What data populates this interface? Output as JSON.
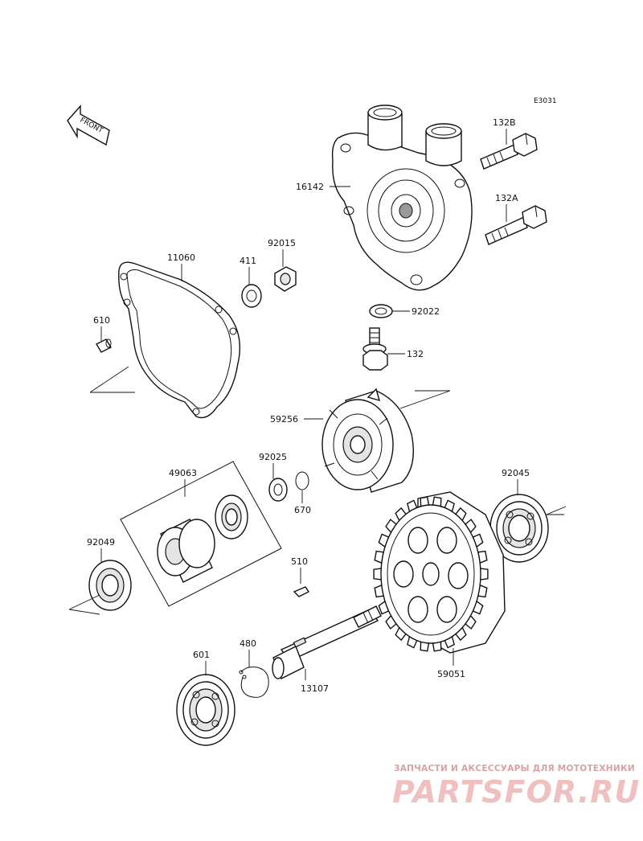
{
  "diagram_code": "E3031",
  "front_label": "FRONT",
  "parts": [
    {
      "id": "p16142",
      "number": "16142",
      "name": "pump cover"
    },
    {
      "id": "p132B",
      "number": "132B",
      "name": "bolt"
    },
    {
      "id": "p132A",
      "number": "132A",
      "name": "bolt"
    },
    {
      "id": "p11060",
      "number": "11060",
      "name": "gasket"
    },
    {
      "id": "p411",
      "number": "411",
      "name": "washer"
    },
    {
      "id": "p92015",
      "number": "92015",
      "name": "nut"
    },
    {
      "id": "p92022",
      "number": "92022",
      "name": "washer"
    },
    {
      "id": "p132",
      "number": "132",
      "name": "drain bolt"
    },
    {
      "id": "p610",
      "number": "610",
      "name": "dowel pin"
    },
    {
      "id": "p59256",
      "number": "59256",
      "name": "impeller"
    },
    {
      "id": "p92025",
      "number": "92025",
      "name": "washer"
    },
    {
      "id": "p670",
      "number": "670",
      "name": "o-ring"
    },
    {
      "id": "p49063",
      "number": "49063",
      "name": "mechanical seal"
    },
    {
      "id": "p92045",
      "number": "92045",
      "name": "bearing"
    },
    {
      "id": "p92049",
      "number": "92049",
      "name": "oil seal"
    },
    {
      "id": "p510",
      "number": "510",
      "name": "pin"
    },
    {
      "id": "p59051",
      "number": "59051",
      "name": "gear"
    },
    {
      "id": "p480",
      "number": "480",
      "name": "circlip"
    },
    {
      "id": "p601",
      "number": "601",
      "name": "bearing"
    },
    {
      "id": "p13107",
      "number": "13107",
      "name": "shaft"
    }
  ],
  "watermark": {
    "tagline": "ЗАПЧАСТИ И АКСЕССУАРЫ ДЛЯ МОТОТЕХНИКИ",
    "brand": "PARTSFOR.RU",
    "color": "#e8a0a0"
  }
}
